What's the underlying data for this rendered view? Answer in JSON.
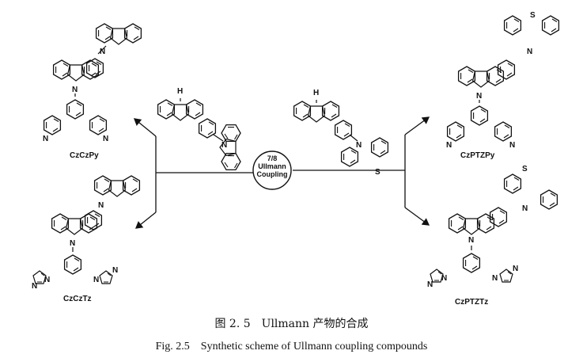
{
  "reagents": {
    "left": "carbazole-carbazole (CzCz-H)",
    "right": "carbazole-phenothiazine (CzPTZ-H)"
  },
  "reaction": {
    "line1": "7/8",
    "line2": "Ullmann",
    "line3": "Coupling"
  },
  "products": [
    {
      "label": "CzCzPy"
    },
    {
      "label": "CzCzTz"
    },
    {
      "label": "CzPTZPy"
    },
    {
      "label": "CzPTZTz"
    }
  ],
  "atoms": {
    "N": "N",
    "H": "H",
    "S": "S"
  },
  "caption": {
    "cn": "图 2. 5　Ullmann 产物的合成",
    "en": "Fig. 2.5　Synthetic scheme of Ullmann coupling compounds"
  }
}
